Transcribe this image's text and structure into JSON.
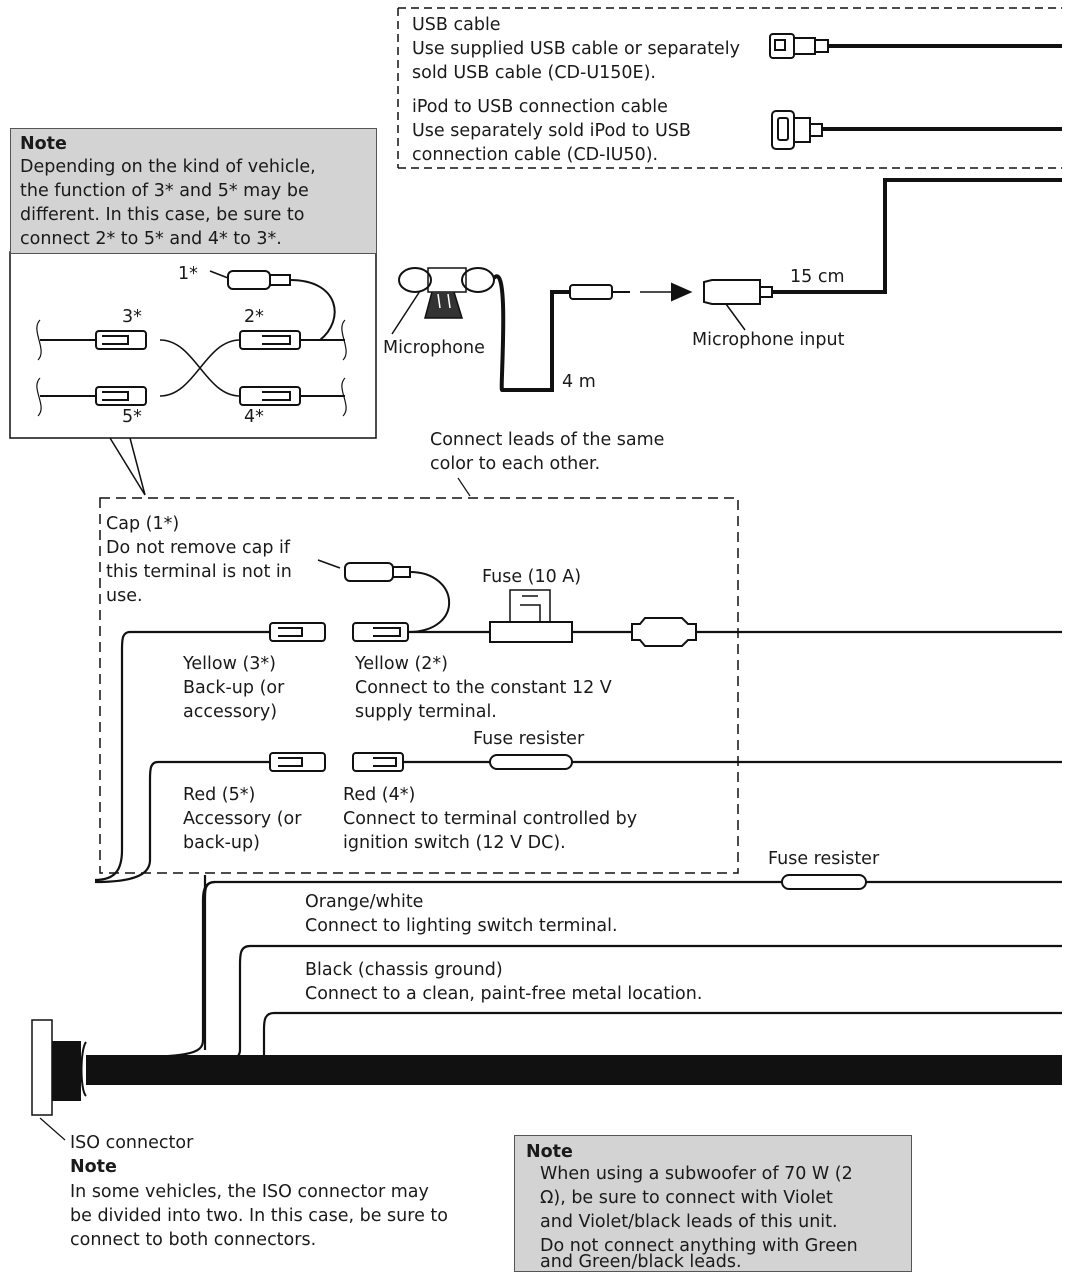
{
  "usb": {
    "title": "USB cable",
    "line1": "Use supplied USB cable or separately",
    "line2": "sold USB cable (CD-U150E)."
  },
  "ipod": {
    "title": "iPod to USB connection cable",
    "line1": "Use separately sold iPod to USB",
    "line2": "connection cable (CD-IU50)."
  },
  "note_top": {
    "heading": "Note",
    "lines": [
      "Depending on the kind of vehicle,",
      "the function of 3* and 5* may be",
      "different. In this case, be sure to",
      "connect 2* to 5* and 4* to 3*."
    ]
  },
  "inset_labels": {
    "l1": "1*",
    "l2": "2*",
    "l3": "3*",
    "l4": "4*",
    "l5": "5*"
  },
  "mic": {
    "label": "Microphone",
    "cable_length": "4 m",
    "input_label": "Microphone input",
    "input_length": "15 cm"
  },
  "connect_same_color": {
    "line1": "Connect leads of the same",
    "line2": "color to each other."
  },
  "cap": {
    "title": "Cap (1*)",
    "line1": "Do not remove cap if",
    "line2": "this terminal is not in",
    "line3": "use."
  },
  "fuse10": "Fuse (10 A)",
  "yellow3": {
    "line1": "Yellow (3*)",
    "line2": "Back-up (or",
    "line3": "accessory)"
  },
  "yellow2": {
    "line1": "Yellow (2*)",
    "line2": "Connect to the constant 12 V",
    "line3": "supply terminal."
  },
  "fuse_resister_1": "Fuse resister",
  "red5": {
    "line1": "Red (5*)",
    "line2": "Accessory (or",
    "line3": "back-up)"
  },
  "red4": {
    "line1": "Red (4*)",
    "line2": "Connect to terminal controlled by",
    "line3": "ignition switch (12 V DC)."
  },
  "fuse_resister_2": "Fuse resister",
  "orange": {
    "line1": "Orange/white",
    "line2": "Connect to lighting switch terminal."
  },
  "black": {
    "line1": "Black (chassis ground)",
    "line2": "Connect to a clean, paint-free metal location."
  },
  "iso": {
    "label": "ISO connector",
    "heading": "Note",
    "lines": [
      "In some vehicles, the ISO connector may",
      "be divided into two. In this case, be sure to",
      "connect to both connectors."
    ]
  },
  "note_bottom": {
    "heading": "Note",
    "lines": [
      "When using a subwoofer of 70 W (2",
      "Ω), be sure to connect with Violet",
      "and Violet/black leads of this unit.",
      "Do not connect anything with Green",
      "and Green/black leads."
    ]
  },
  "colors": {
    "note_bg": "#d3d3d3",
    "wire": "#111111"
  }
}
